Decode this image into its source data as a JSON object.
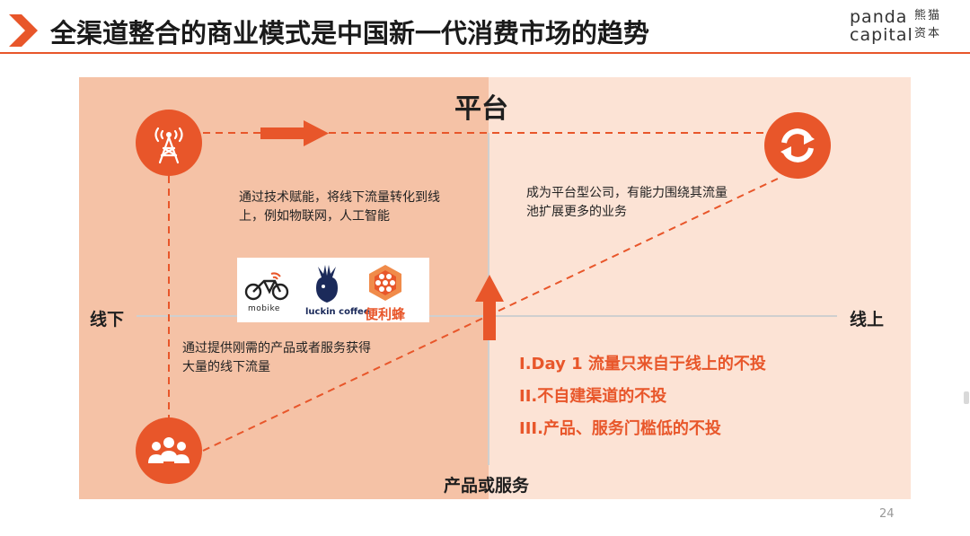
{
  "header": {
    "title": "全渠道整合的商业模式是中国新一代消费市场的趋势",
    "logo": {
      "en_line1": "panda",
      "en_line2": "capital",
      "cn_line1": "熊猫",
      "cn_line2": "资本"
    }
  },
  "diagram": {
    "axis_labels": {
      "top": "平台",
      "left": "线下",
      "right": "线上",
      "bottom": "产品或服务"
    },
    "icons": {
      "top_left": "signal-tower-icon",
      "top_right": "refresh-icon",
      "bottom_left": "people-group-icon"
    },
    "descriptions": {
      "top_left": "通过技术赋能，将线下流量转化到线上，例如物联网，人工智能",
      "top_right": "成为平台型公司，有能力围绕其流量池扩展更多的业务",
      "bottom_left": "通过提供刚需的产品或者服务获得大量的线下流量"
    },
    "rules": [
      "I.Day 1 流量只来自于线上的不投",
      "II.不自建渠道的不投",
      "III.产品、服务门槛低的不投"
    ],
    "brands": [
      "mobike",
      "luckin coffee",
      "便利蜂"
    ],
    "colors": {
      "accent": "#e8562a",
      "panel_left": "#f5c2a6",
      "panel_right": "#fce3d5"
    }
  },
  "footer": {
    "page_number": "24"
  }
}
